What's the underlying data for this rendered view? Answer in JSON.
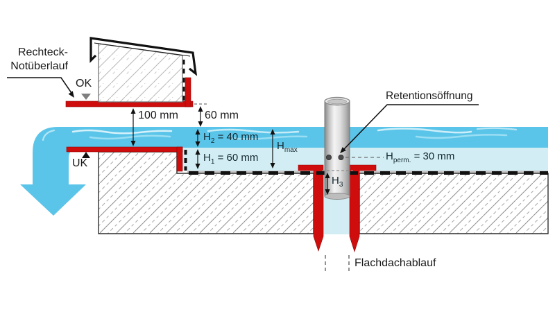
{
  "labels": {
    "emergency_overflow_line1": "Rechteck-",
    "emergency_overflow_line2": "Notüberlauf",
    "ok": "OK",
    "uk": "UK",
    "retention_opening": "Retentionsöffnung",
    "flat_roof_drain": "Flachdachablauf"
  },
  "dimensions": {
    "gap_100": "100 mm",
    "gap_60": "60 mm",
    "h2": {
      "base": "H",
      "sub": "2",
      "rest": " = 40 mm"
    },
    "h1": {
      "base": "H",
      "sub": "1",
      "rest": " = 60 mm"
    },
    "hmax": {
      "base": "H",
      "sub": "max",
      "rest": ""
    },
    "h3": {
      "base": "H",
      "sub": "3",
      "rest": ""
    },
    "hperm": {
      "base": "H",
      "sub": "perm.",
      "rest": " = 30 mm"
    }
  },
  "colors": {
    "water_dark": "#5bc5e9",
    "water_light": "#d2eef4",
    "membrane_red": "#d00d0d",
    "membrane_black_dash": "#111111",
    "pipe_gray": "#c9c9c9",
    "concrete_hatch": "#8f8f8f",
    "text": "#1a1a1a"
  }
}
